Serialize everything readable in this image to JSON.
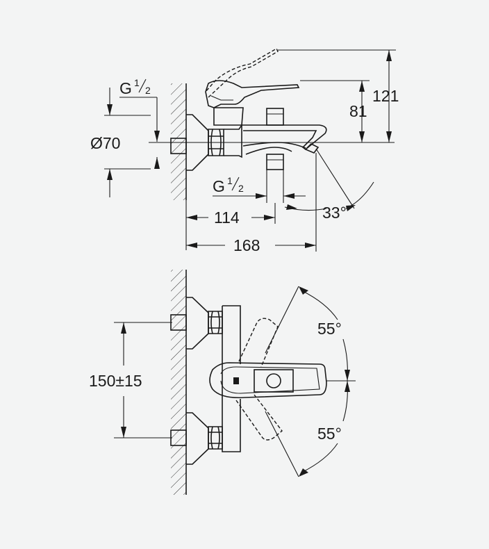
{
  "dimensions": {
    "top_view": {
      "thread_upper": {
        "base": "G",
        "num": "1",
        "den": "2"
      },
      "diameter": "Ø70",
      "height_81": "81",
      "height_121": "121",
      "thread_lower": {
        "base": "G",
        "num": "1",
        "den": "2"
      },
      "angle_spout": "33°",
      "length_114": "114",
      "length_168": "168"
    },
    "front_view": {
      "distance": "150±15",
      "angle_upper": "55°",
      "angle_lower": "55°"
    }
  }
}
